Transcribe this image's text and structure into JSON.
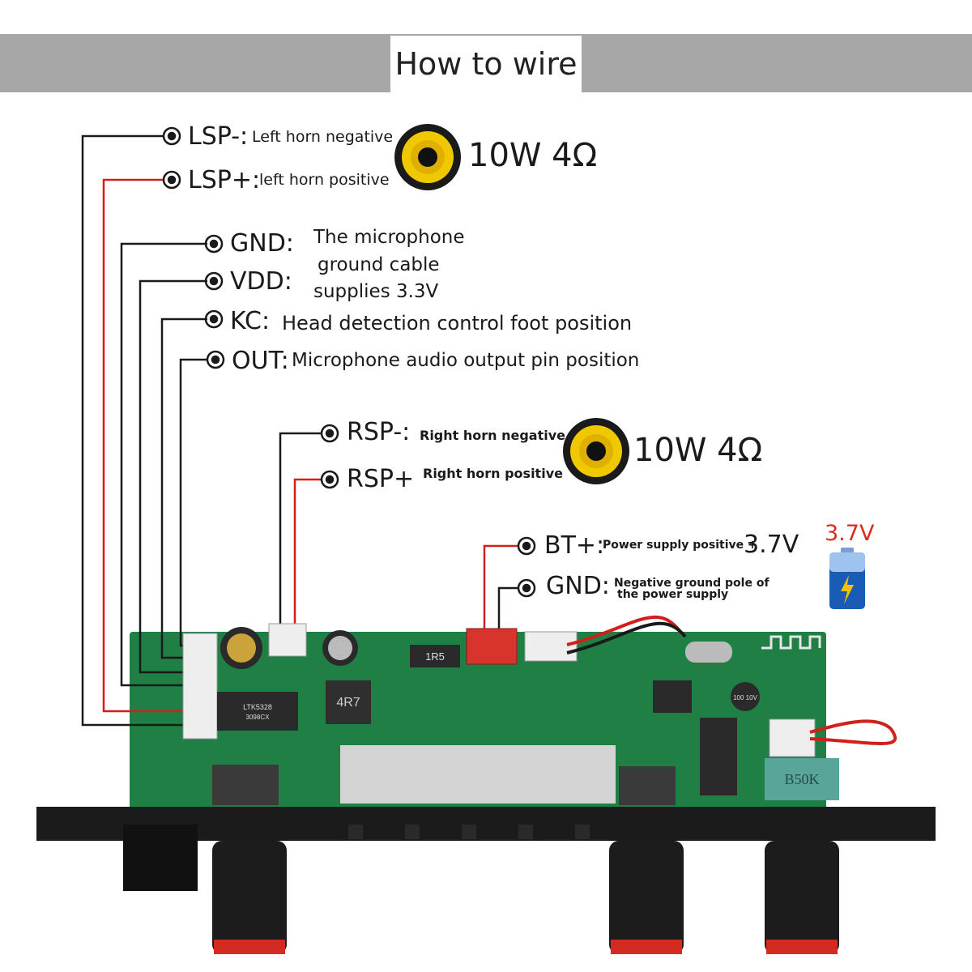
{
  "title": "How to wire",
  "left_speaker": {
    "neg": {
      "pin": "LSP-:",
      "desc": "Left horn negative"
    },
    "pos": {
      "pin": "LSP+:",
      "desc": "left horn positive"
    },
    "rating": "10W 4Ω"
  },
  "mic": {
    "gnd_pin": "GND:",
    "vdd_pin": "VDD:",
    "desc_lines": [
      "The microphone",
      "ground cable",
      "supplies 3.3V"
    ],
    "kc": {
      "pin": "KC:",
      "desc": "Head detection control foot position"
    },
    "out": {
      "pin": "OUT:",
      "desc": "Microphone audio output pin position"
    }
  },
  "right_speaker": {
    "neg": {
      "pin": "RSP-:",
      "desc": "Right horn negative"
    },
    "pos": {
      "pin": "RSP+",
      "desc": "Right horn positive"
    },
    "rating": "10W 4Ω"
  },
  "power": {
    "bt": {
      "pin": "BT+:",
      "desc": "Power supply positive +",
      "voltage": "3.7V"
    },
    "gnd": {
      "pin": "GND:",
      "desc_lines": [
        "Negative ground pole of",
        "the power supply"
      ]
    }
  },
  "battery_label": "3.7V",
  "board": {
    "inductor": "4R7",
    "resistor": "1R5",
    "chip": "LTK5328",
    "chip_code": "3098CX",
    "cap": "100 10V",
    "pot": "B50K"
  },
  "colors": {
    "red_wire": "#d0201c",
    "black_wire": "#1a1a1a",
    "banner": "#a7a7a7",
    "pcb": "#1f7f45",
    "battery_label": "#e02a1e"
  }
}
